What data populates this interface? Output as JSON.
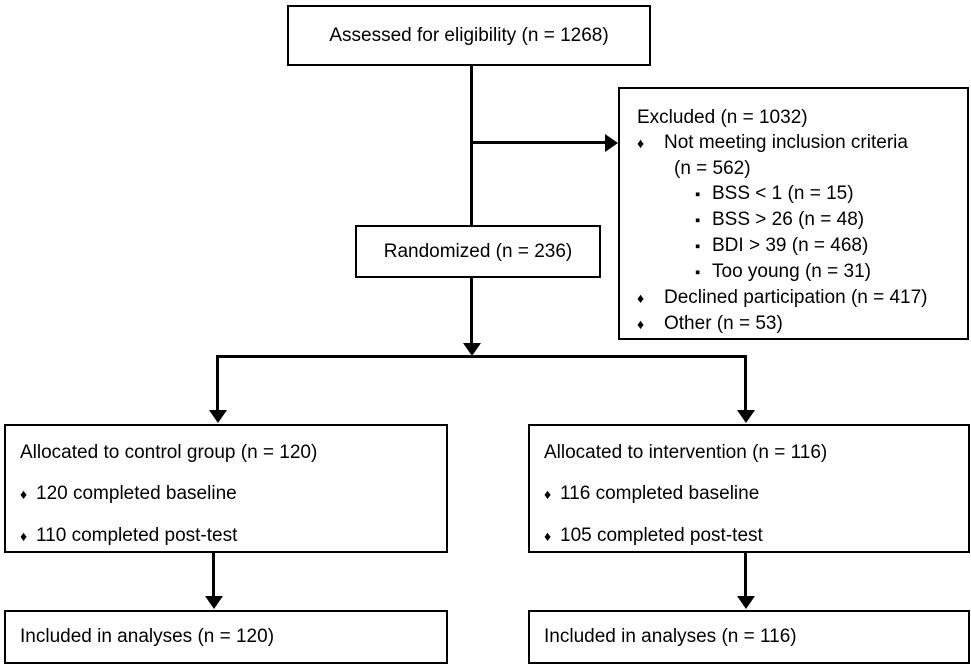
{
  "icons": {
    "diamond": "♦",
    "square": "▪"
  },
  "colors": {
    "line": "#000000",
    "background": "#ffffff",
    "text": "#000000"
  },
  "flow": {
    "eligibility": {
      "label": "Assessed for eligibility (n = 1268)"
    },
    "excluded": {
      "title": "Excluded (n = 1032)",
      "not_meeting": "Not meeting inclusion criteria",
      "not_meeting_n": "(n = 562)",
      "reasons": [
        "BSS < 1 (n = 15)",
        "BSS > 26 (n = 48)",
        "BDI > 39 (n = 468)",
        "Too young (n = 31)"
      ],
      "declined": "Declined participation (n = 417)",
      "other": "Other (n = 53)"
    },
    "randomized": {
      "label": "Randomized (n = 236)"
    },
    "control": {
      "title": "Allocated to control group (n = 120)",
      "bullets": [
        "120 completed baseline",
        "110 completed post-test"
      ]
    },
    "intervention": {
      "title": "Allocated to intervention (n = 116)",
      "bullets": [
        "116 completed baseline",
        "105 completed post-test"
      ]
    },
    "analysis_control": {
      "label": "Included in analyses (n = 120)"
    },
    "analysis_intervention": {
      "label": "Included in analyses (n = 116)"
    }
  }
}
